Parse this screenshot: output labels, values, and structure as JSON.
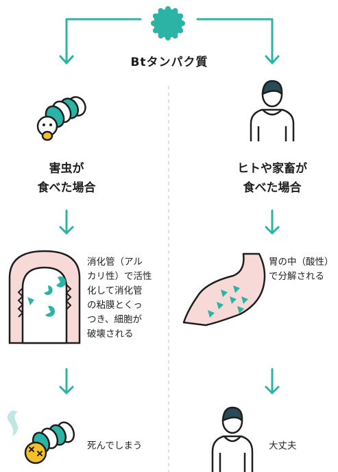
{
  "header": {
    "title": "Btタンパク質"
  },
  "left": {
    "subject_line1": "害虫が",
    "subject_line2": "食べた場合",
    "process_lines": [
      "消化管（アル",
      "カリ性）で活性",
      "化して消化管",
      "の粘膜とくっ",
      "つき、細胞が",
      "破壊される"
    ],
    "result": "死んでしまう"
  },
  "right": {
    "subject_line1": "ヒトや家畜が",
    "subject_line2": "食べた場合",
    "process_lines": [
      "胃の中（酸性）",
      "で分解される"
    ],
    "result": "大丈夫"
  },
  "colors": {
    "teal": "#2bb3a6",
    "pink": "#f7d9d7",
    "outline": "#1e1e1e",
    "divider": "#d6d6d6",
    "human_hair": "#2a4a58",
    "ghost": "#bfe6e1"
  },
  "icons": [
    "protein-blob-icon",
    "caterpillar-icon",
    "human-icon",
    "intestine-icon",
    "stomach-icon",
    "dead-caterpillar-icon",
    "human-icon"
  ]
}
